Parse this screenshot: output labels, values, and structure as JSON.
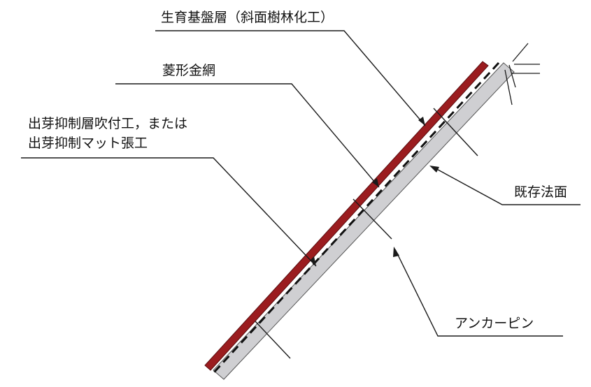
{
  "labels": {
    "growth_base_layer": "生育基盤層（斜面樹林化工）",
    "diamond_wire_mesh": "菱形金網",
    "germination_line1": "出芽抑制層吹付工，または",
    "germination_line2": "出芽抑制マット張工",
    "existing_slope": "既存法面",
    "anchor_pin": "アンカーピン"
  },
  "colors": {
    "growth_layer": "#9b1c1f",
    "growth_layer_edge": "#5a0c0e",
    "gray_layer": "#cfcfd2",
    "line": "#1a1a1a",
    "dashed": "#111111"
  }
}
